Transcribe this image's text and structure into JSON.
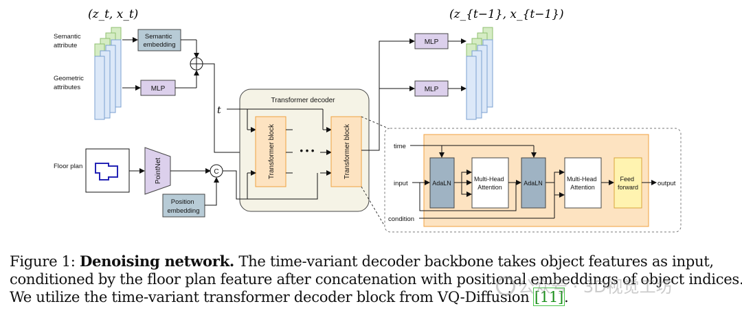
{
  "diagram": {
    "state_t": "(z_t, x_t)",
    "state_t1": "(z_{t−1}, x_{t−1})",
    "semantic_attr": [
      "Semantic",
      "attribute"
    ],
    "geometric_attr": [
      "Geometric",
      "attributes"
    ],
    "semantic_embedding": [
      "Semantic",
      "embedding"
    ],
    "mlp": "MLP",
    "t_label": "t",
    "decoder_title": "Transformer decoder",
    "transformer_block": "Transformer block",
    "dots": "• • •",
    "floor_plan": "Floor plan",
    "pointnet": "PointNet",
    "concat": "C",
    "position_embedding": [
      "Position",
      "embedding"
    ],
    "detail": {
      "time": "time",
      "input": "input",
      "condition": "condition",
      "adaln": "AdaLN",
      "mha": [
        "Multi-Head",
        "Attention"
      ],
      "ff": [
        "Feed",
        "forward"
      ],
      "output": "output"
    }
  },
  "caption": {
    "fig": "Figure 1:",
    "title": "Denoising network.",
    "line1_rest": "The time-variant decoder backbone takes object features as input,",
    "line2": "conditioned by the floor plan feature after concatenation with positional embeddings of object indices.",
    "line3_a": "We utilize the time-variant transformer decoder block from VQ-Diffusion ",
    "ref": "[11]",
    "line3_b": "."
  },
  "watermark": "公众号 · 3D视觉工坊",
  "colors": {
    "blue_fill": "#dce8f8",
    "blue_stroke": "#7a9fd0",
    "green_fill": "#d5ecc4",
    "green_stroke": "#8fbf6f",
    "steel_fill": "#b7cbd6",
    "purple_fill": "#dcd0ec",
    "orange_fill": "#fde3c1",
    "orange_stroke": "#f0a040",
    "decoder_fill": "#f5f3e6",
    "adaln_fill": "#9fb3c3",
    "ff_fill": "#fff3b0"
  }
}
